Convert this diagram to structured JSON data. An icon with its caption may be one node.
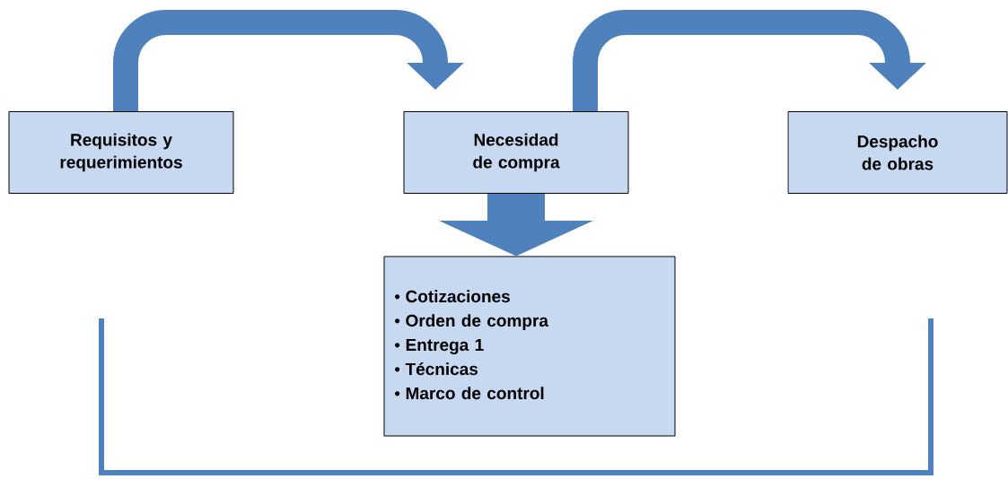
{
  "diagram": {
    "nodes": [
      {
        "text": [
          "Requisitos y requerimientos"
        ]
      },
      {
        "text": [
          "Necesidad de compra"
        ]
      },
      {
        "text": [
          "Despacho de obras"
        ]
      },
      {
        "text": [
          "Cotizaciones",
          "Orden de compra",
          "Entrega 1",
          "Técnicas",
          "Marco de control"
        ]
      }
    ],
    "edges": [
      {
        "from": 0,
        "to": 1,
        "arrow": "to"
      },
      {
        "from": 1,
        "to": 2,
        "arrow": "to"
      },
      {
        "from": 1,
        "to": 3,
        "arrow": "to",
        "style": "thick"
      }
    ]
  }
}
